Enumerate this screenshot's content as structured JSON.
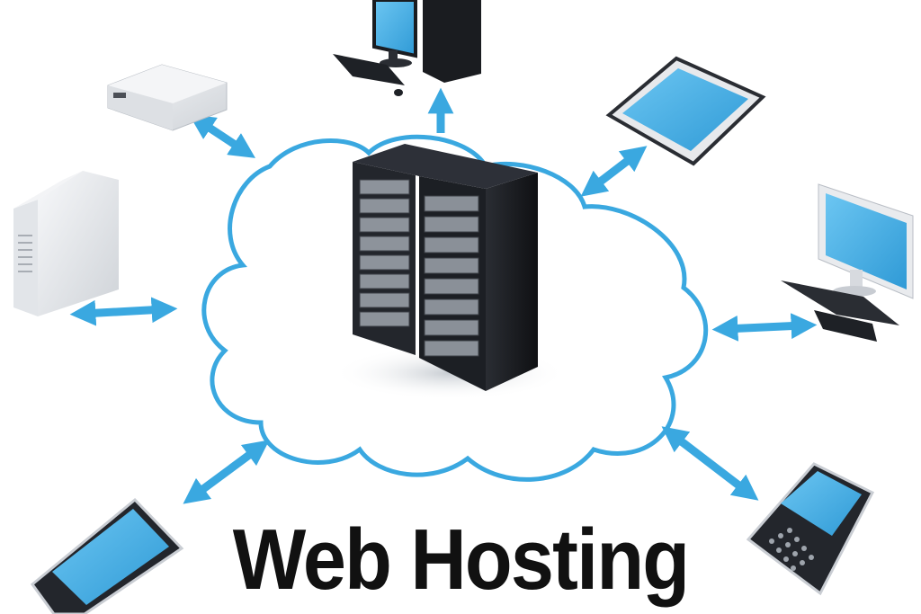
{
  "title": "Web Hosting",
  "colors": {
    "accent": "#3aa8e0",
    "screen": "#45b3ea",
    "rack": "#1b1d22",
    "device_white": "#e9ebee",
    "text": "#111111"
  },
  "nodes": [
    {
      "name": "central-server-rack-icon",
      "kind": "server rack"
    },
    {
      "name": "desktop-tower-top-icon",
      "kind": "desktop computer"
    },
    {
      "name": "tablet-icon",
      "kind": "tablet"
    },
    {
      "name": "desktop-monitor-right-icon",
      "kind": "desktop monitor and keyboard"
    },
    {
      "name": "smartphone-right-icon",
      "kind": "qwerty smartphone"
    },
    {
      "name": "smartphone-left-icon",
      "kind": "touchscreen smartphone"
    },
    {
      "name": "server-tower-left-icon",
      "kind": "server tower"
    },
    {
      "name": "nas-box-top-left-icon",
      "kind": "storage box"
    }
  ]
}
